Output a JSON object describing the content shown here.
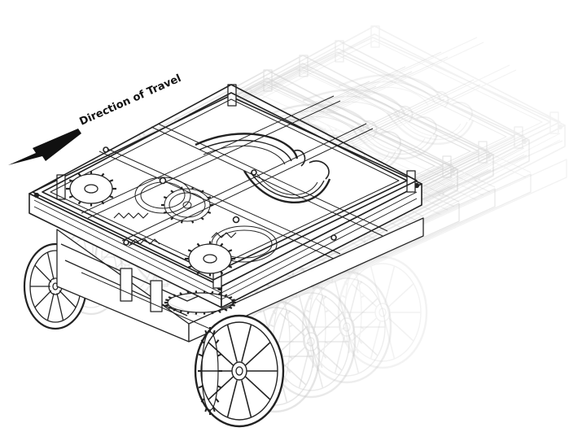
{
  "diagram": {
    "direction_label": "Direction of Travel",
    "parts": {
      "main_frame": "chassis-frame",
      "gears": [
        "front-sprocket",
        "center-gear",
        "rear-sprocket"
      ],
      "wheels": [
        "rear-wheel",
        "front-wheel"
      ],
      "springs": [
        "left-leaf-spring",
        "right-leaf-spring"
      ]
    },
    "colors": {
      "ink": "#222222",
      "ghost": "#c8c8c8",
      "arrow": "#111111",
      "background": "#ffffff"
    },
    "ghost_copies": 4
  }
}
